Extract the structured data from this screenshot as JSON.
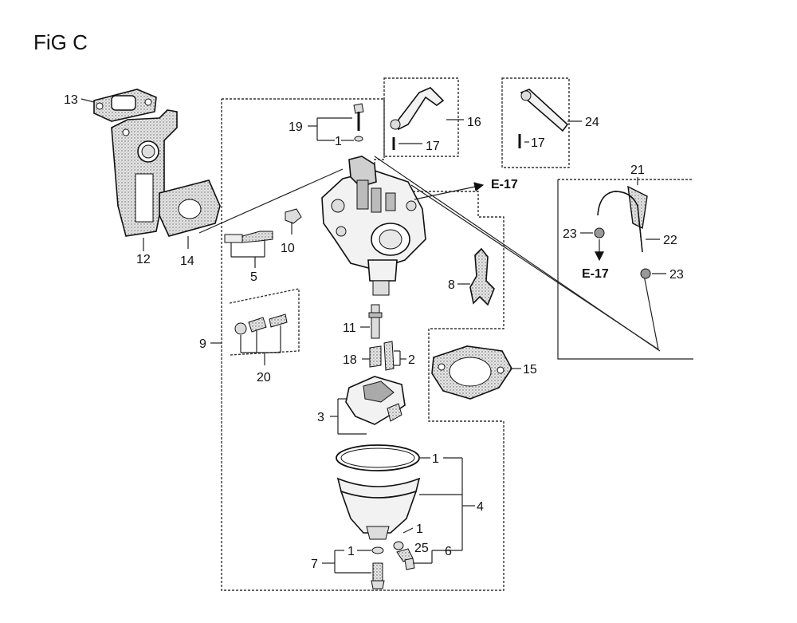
{
  "figure": {
    "title": "FiG C"
  },
  "callouts": {
    "p1a": "1",
    "p1b": "1",
    "p1c": "1",
    "p1d": "1",
    "p2": "2",
    "p3": "3",
    "p4": "4",
    "p5": "5",
    "p6": "6",
    "p7": "7",
    "p8": "8",
    "p9": "9",
    "p10": "10",
    "p11": "11",
    "p12": "12",
    "p13": "13",
    "p14": "14",
    "p15": "15",
    "p16": "16",
    "p17a": "17",
    "p17b": "17",
    "p18": "18",
    "p19": "19",
    "p20": "20",
    "p21": "21",
    "p22": "22",
    "p23a": "23",
    "p23b": "23",
    "p24": "24",
    "p25": "25",
    "ref_e17_top": "E-17",
    "ref_e17_hose": "E-17"
  }
}
